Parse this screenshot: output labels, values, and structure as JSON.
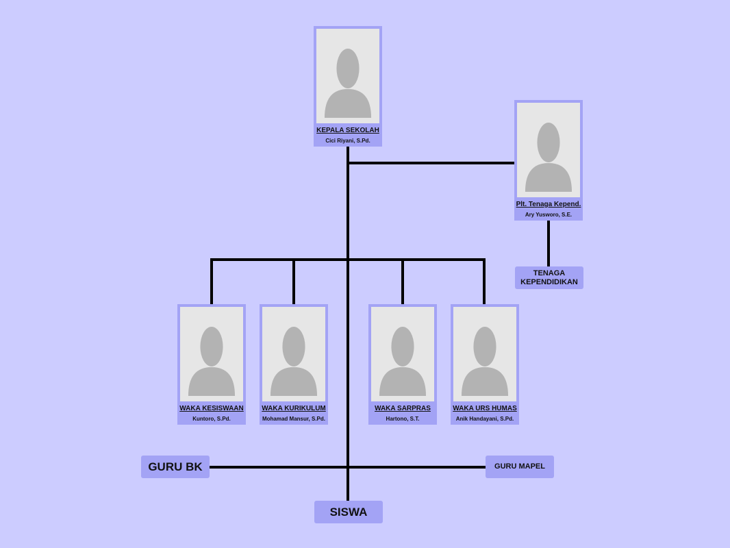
{
  "nodes": {
    "kepala": {
      "role": "KEPALA SEKOLAH",
      "name": "Cici Riyani, S.Pd."
    },
    "plt": {
      "role": "Plt. Tenaga Kepend.",
      "name": "Ary Yusworo, S.E."
    },
    "kesiswaan": {
      "role": "WAKA KESISWAAN",
      "name": "Kuntoro, S.Pd."
    },
    "kurikulum": {
      "role": "WAKA KURIKULUM",
      "name": "Mohamad Mansur, S.Pd."
    },
    "sarpras": {
      "role": "WAKA SARPRAS",
      "name": "Hartono, S.T."
    },
    "humas": {
      "role": "WAKA URS HUMAS",
      "name": "Anik Handayani, S.Pd."
    }
  },
  "boxes": {
    "tenaga_line1": "TENAGA",
    "tenaga_line2": "KEPENDIDIKAN",
    "guru_bk": "GURU BK",
    "guru_mapel": "GURU MAPEL",
    "siswa": "SISWA"
  },
  "colors": {
    "background": "#ccccff",
    "card": "#a3a3f5",
    "photo_bg": "#e6e6e6",
    "silhouette": "#b3b3b3",
    "line": "#000000"
  }
}
